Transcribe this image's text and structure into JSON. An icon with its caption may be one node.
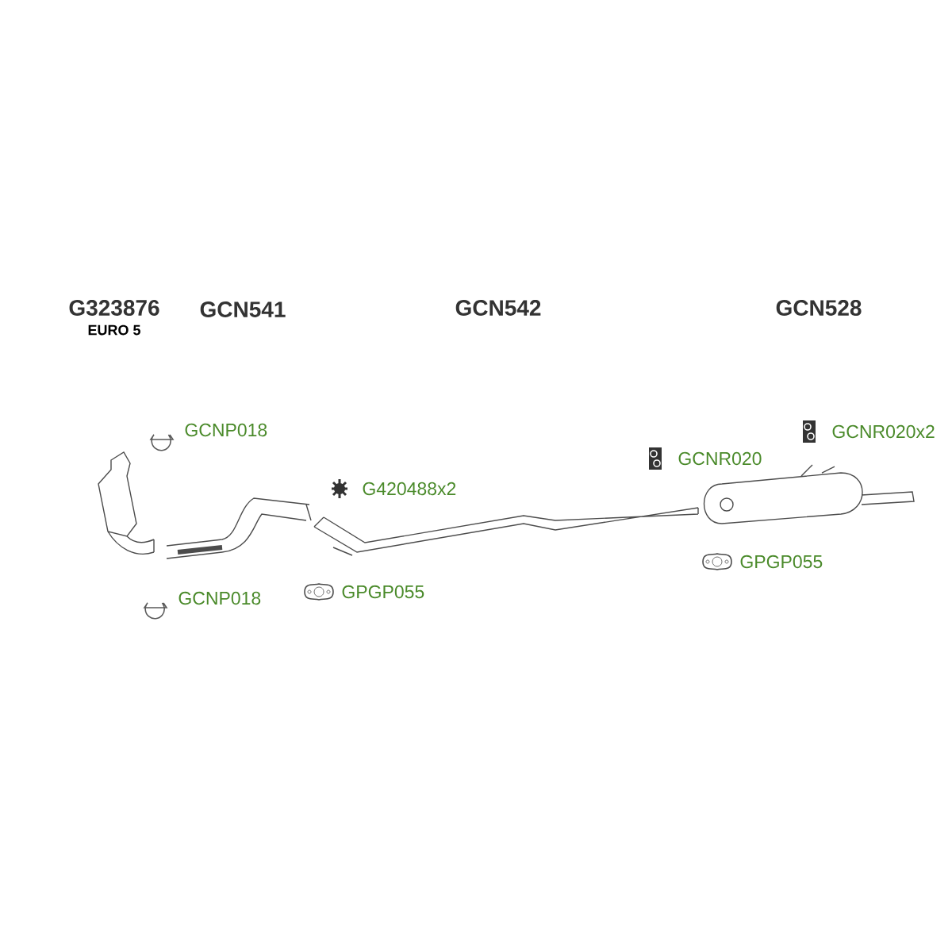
{
  "diagram": {
    "labels": [
      "G323876",
      "GCN541",
      "GCN542",
      "GCN528",
      "EURO 5",
      "GCNP018",
      "GCNR020x2",
      "GCNR020",
      "G420488x2",
      "GCNP018",
      "GPGP055",
      "GPGP055"
    ]
  }
}
